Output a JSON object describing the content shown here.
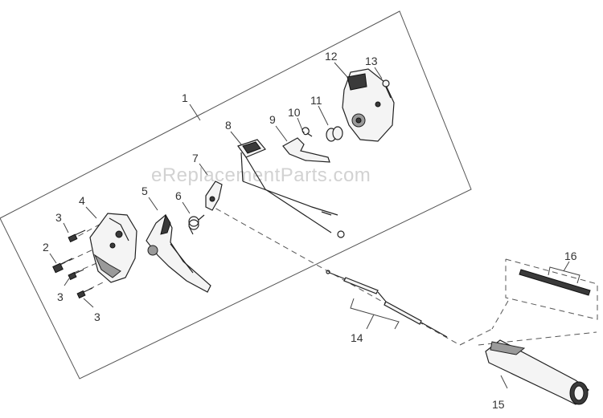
{
  "watermark": "eReplacementParts.com",
  "callouts": {
    "c1": "1",
    "c2": "2",
    "c3a": "3",
    "c3b": "3",
    "c3c": "3",
    "c4": "4",
    "c5": "5",
    "c6": "6",
    "c7": "7",
    "c8": "8",
    "c9": "9",
    "c10": "10",
    "c11": "11",
    "c12": "12",
    "c13": "13",
    "c14": "14",
    "c15": "15",
    "c16": "16"
  }
}
